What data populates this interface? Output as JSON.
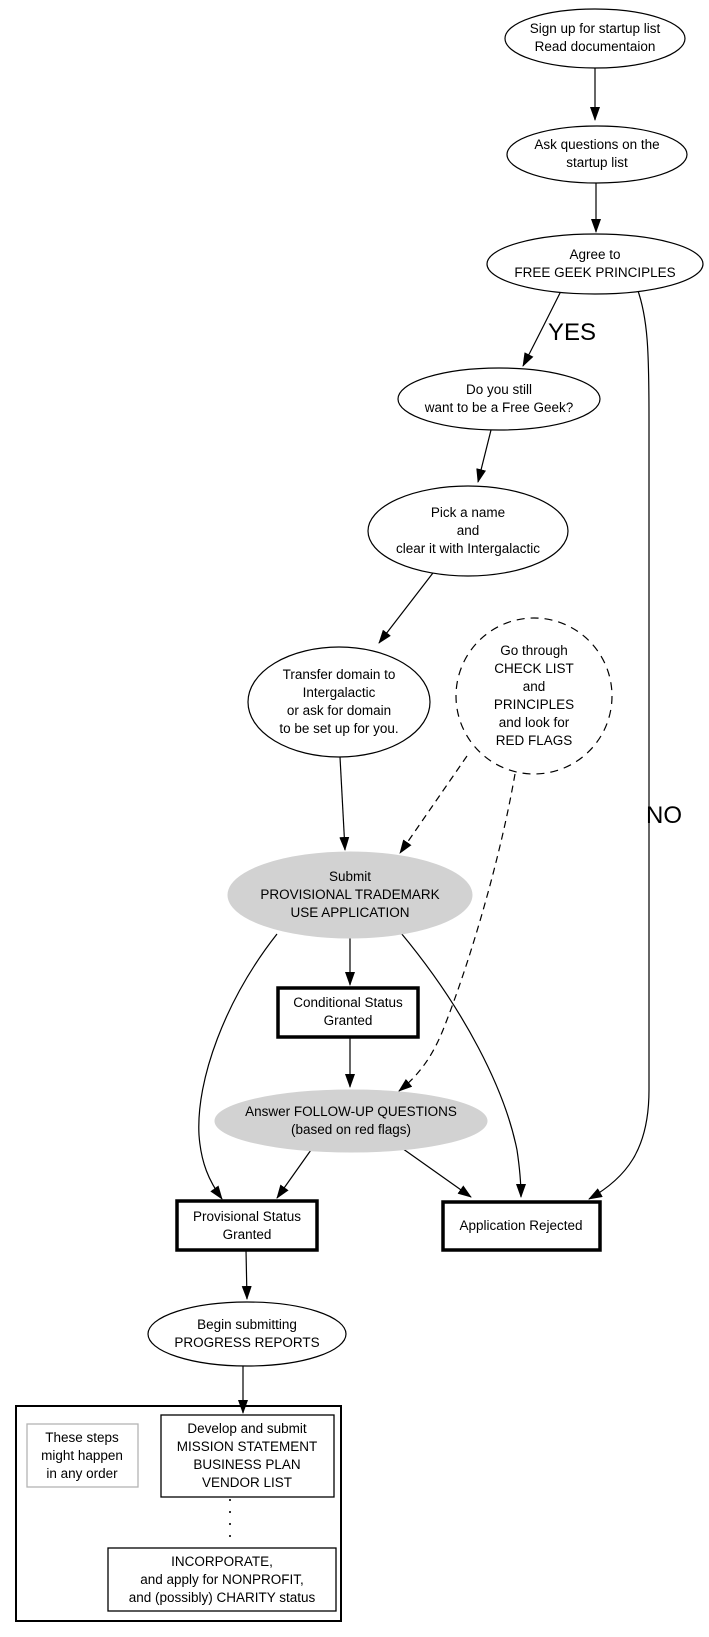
{
  "diagram": {
    "title_hint": "Free Geek startup application flowchart",
    "nodes": {
      "sign_up": "Sign up for startup list\nRead documentaion",
      "ask_questions": "Ask questions on the\nstartup list",
      "agree_principles": "Agree to\nFREE GEEK PRINCIPLES",
      "still_want": "Do you still\nwant to be a Free Geek?",
      "pick_name": "Pick a name\nand\nclear it with Intergalactic",
      "transfer_domain": "Transfer domain to\nIntergalactic\nor ask for domain\nto be set up for you.",
      "check_list": "Go through\nCHECK LIST\nand\nPRINCIPLES\nand look for\nRED FLAGS",
      "submit_application": "Submit\nPROVISIONAL TRADEMARK\nUSE APPLICATION",
      "conditional_status": "Conditional Status\nGranted",
      "follow_up": "Answer FOLLOW-UP QUESTIONS\n(based on red flags)",
      "provisional_status": "Provisional Status\nGranted",
      "application_rejected": "Application Rejected",
      "progress_reports": "Begin submitting\nPROGRESS REPORTS",
      "develop_submit": "Develop and submit\nMISSION STATEMENT\nBUSINESS PLAN\nVENDOR LIST",
      "incorporate": "INCORPORATE,\nand apply for NONPROFIT,\nand (possibly) CHARITY status",
      "cluster_note": "These steps\nmight happen\nin any order"
    },
    "edge_labels": {
      "yes": "YES",
      "no": "NO"
    },
    "colors": {
      "background": "#ffffff",
      "stroke": "#000000",
      "highlight_fill": "#d2d2d2",
      "note_border": "#b4b4b4"
    }
  }
}
